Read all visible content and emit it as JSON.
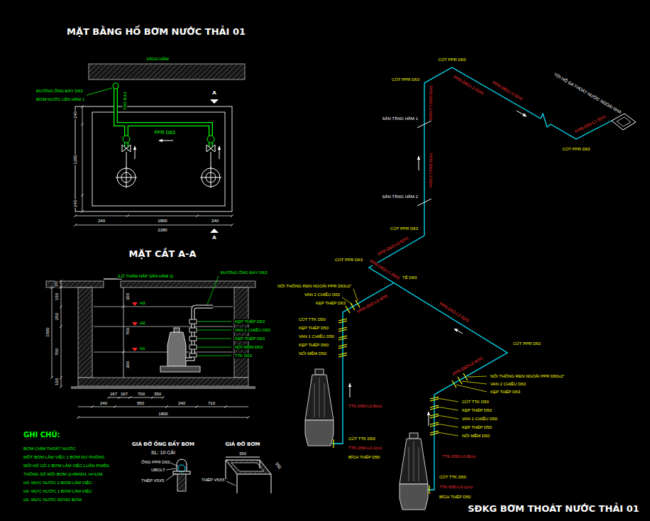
{
  "diagram": {
    "title": "MẶT BẰNG HỐ BƠM NƯỚC THẢI 01",
    "labels": [
      "VÁCH HẦM",
      "ĐƯỜNG ỐNG ĐẨY D63",
      "BƠM NƯỚC LÊN HẦM 1",
      "PPR D63",
      "PPR D63",
      "A",
      "A",
      "240",
      "1200",
      "240",
      "240",
      "1800",
      "240",
      "2280",
      "MẶT CẮT A-A",
      "(LỖ THĂM NẮP SÀN HẦM 2)",
      "ĐƯỜNG ỐNG ĐẨY D63",
      "KẸP THÉP D63",
      "VAN 1 CHIỀU D63",
      "KẸP THÉP D63",
      "NỐI MỀM D63",
      "TTK D63",
      "H3",
      "H2",
      "H1",
      "150",
      "150",
      "250",
      "700",
      "100",
      "1500",
      "300",
      "700",
      "300",
      "167",
      "167",
      "700",
      "350",
      "240",
      "950",
      "240",
      "710",
      "1800",
      "GHI CHÚ:",
      "BƠM CHÌM THOÁT NƯỚC",
      "MỘT BƠM LÀM VIỆC 1 BƠM DỰ PHÒNG",
      "MỖI HỐ CÓ 2 BƠM LÀM VIỆC LUÂN PHIÊN",
      "THÔNG SỐ MỖI BƠM Q=5M3/H; H=12M",
      "H3: MỰC NƯỚC 2 BƠM LÀM VIỆC",
      "H2: MỰC NƯỚC 1 BƠM LÀM VIỆC",
      "H1: MỰC NƯỚC DỪNG BƠM",
      "GIÁ ĐỠ ỐNG ĐẨY BƠM",
      "SL: 10 CÁI",
      "ỐNG PPR D63",
      "UBOLT",
      "THÉP V5X5",
      "GIÁ ĐỠ BƠM",
      "350",
      "350",
      "THÉP V5X5",
      "CÚT PPR D63",
      "CÚT PPR D63",
      "PPR-D63-L1.0(m)",
      "PPR-D63-L4.5(m)",
      "TỚI HỐ GA THOÁT NƯỚC NGOÀI NHÀ",
      "PPR-D63-L1.0(m)",
      "CÚT PPR D63",
      "SÀN TẦNG HẦM 1",
      "PPR-D63-L3.5(m)",
      "PPR-D63-L3.5(m)",
      "SÀN TẦNG HẦM 2",
      "CÚT PPR D63",
      "PPR-D63-L0.5(m)",
      "CÚT PPR D63",
      "PPR-D63-L1.0(m)",
      "TÊ D63",
      "PPR-D63-L0.4(m)",
      "PPR-D63-L2.5(m)",
      "CÚT PPR D63",
      "PPR-D63-L0.4(m)",
      "NỐI THÔNG REN NGOÀI PPR D63x2\"",
      "VAN 2 CHIỀU D63",
      "KẸP THÉP D63",
      "CÚT TTK D50",
      "KẸP THÉP D50",
      "VAN 1 CHIỀU D50",
      "KẸP THÉP D50",
      "NỐI MỀM D50",
      "TTK-D50-L0.8(m)",
      "CÚT TTK D50",
      "TTK-D50-L0.1(m)",
      "BÍCH THÉP D50",
      "NỐI THÔNG REN NGOÀI PPR D63x2\"",
      "VAN 2 CHIỀU D63",
      "KẸP THÉP D63",
      "CÚT TTK D50",
      "KẸP THÉP D50",
      "VAN 1 CHIỀU D50",
      "KẸP THÉP D50",
      "NỐI MỀM D50",
      "TTK-D50-L0.8(m)",
      "CÚT TTK D50",
      "TTK-D50-L0.1(m)",
      "BÍCH THÉP D50",
      "SĐKG BƠM THOÁT NƯỚC THẢI 01"
    ]
  }
}
